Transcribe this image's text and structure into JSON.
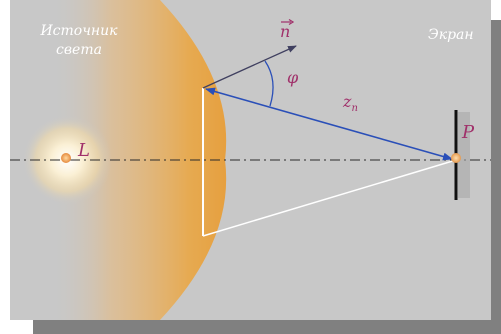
{
  "diagram": {
    "source_label_line1": "Источник",
    "source_label_line2": "света",
    "screen_label": "Экран",
    "point_L": "L",
    "point_P": "P",
    "angle_label": "φ",
    "distance_label": "z",
    "distance_subscript": "n",
    "normal_label": "n"
  },
  "colors": {
    "panel_bg": "#c8c8c8",
    "wavefront_orange": "#e8a84a",
    "arrow_blue": "#2a4fb8",
    "label_magenta": "#a0306a",
    "screen_black": "#111111"
  }
}
